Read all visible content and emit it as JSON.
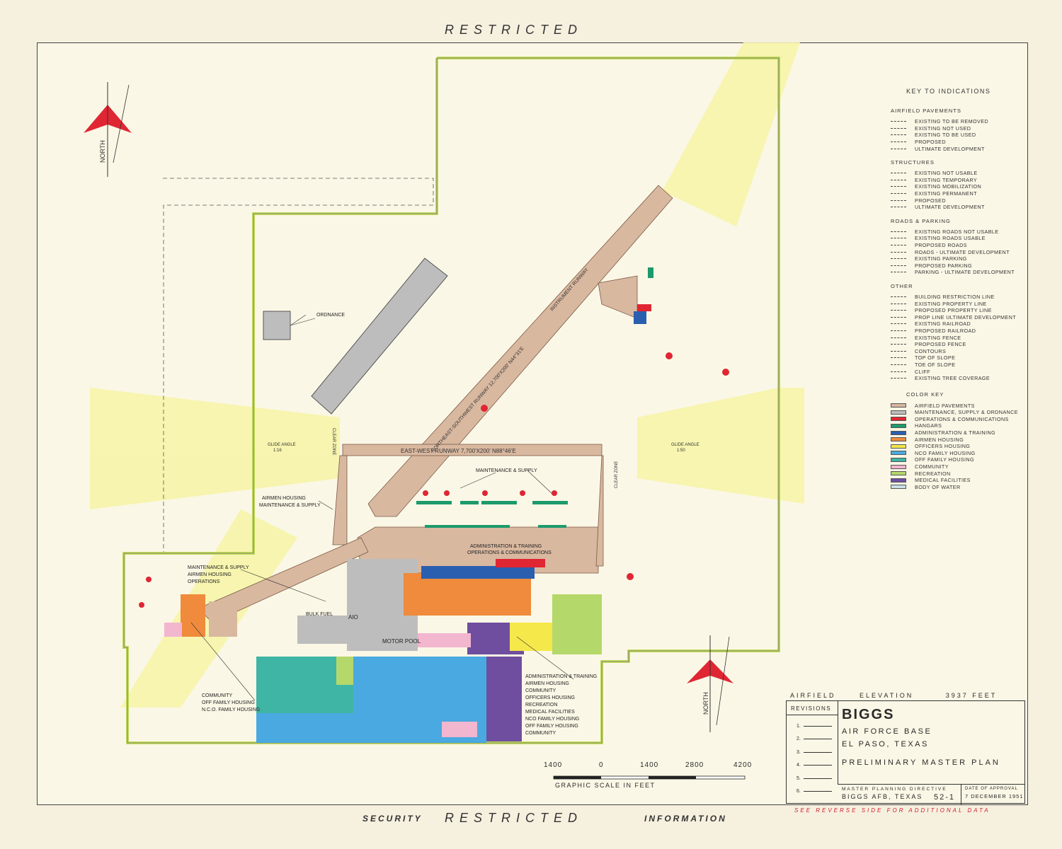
{
  "header": {
    "top": "RESTRICTED"
  },
  "footer": {
    "left": "SECURITY",
    "mid": "RESTRICTED",
    "right": "INFORMATION",
    "reverse": "SEE REVERSE SIDE FOR ADDITIONAL DATA"
  },
  "map": {
    "runway_ew": "EAST-WEST RUNWAY   7,700'X200'   N88°46'E",
    "runway_ne": "NORTHEAST-SOUTHWEST RUNWAY   12,700'X200'   N44°31'E",
    "instrument": "INSTRUMENT RUNWAY",
    "glide_angle_w": "GLIDE ANGLE",
    "glide_ratio_w": "1:16",
    "glide_angle_e": "GLIDE ANGLE",
    "glide_ratio_e": "1:50",
    "clear_zone": "CLEAR ZONE",
    "north": "NORTH"
  },
  "labels": {
    "ordnance": "ORDNANCE",
    "maint_supply_1": "MAINTENANCE & SUPPLY",
    "airmen_housing_1": "AIRMEN HOUSING",
    "maint_supply_2": "MAINTENANCE & SUPPLY",
    "admin_training_1": "ADMINISTRATION & TRAINING",
    "ops_comm_1": "OPERATIONS & COMMUNICATIONS",
    "maint_supply_3": "MAINTENANCE & SUPPLY",
    "airmen_housing_2": "AIRMEN HOUSING",
    "operations": "OPERATIONS",
    "bulk_fuel": "BULK FUEL",
    "motor_pool": "MOTOR POOL",
    "aio": "AIO",
    "community_1": "COMMUNITY",
    "off_family_1": "OFF FAMILY HOUSING",
    "nco_family_1": "N.C.O. FAMILY HOUSING",
    "admin_training_2": "ADMINISTRATION & TRAINING",
    "airmen_housing_3": "AIRMEN HOUSING",
    "community_2": "COMMUNITY",
    "officers_housing": "OFFICERS HOUSING",
    "recreation": "RECREATION",
    "medical": "MEDICAL FACILITIES",
    "nco_family_2": "NCO FAMILY HOUSING",
    "off_family_2": "OFF FAMILY HOUSING",
    "community_3": "COMMUNITY"
  },
  "key": {
    "title": "KEY TO INDICATIONS",
    "sections": [
      {
        "name": "AIRFIELD PAVEMENTS",
        "items": [
          "EXISTING TO BE REMOVED",
          "EXISTING NOT USED",
          "EXISTING TO BE USED",
          "PROPOSED",
          "ULTIMATE DEVELOPMENT"
        ]
      },
      {
        "name": "STRUCTURES",
        "items": [
          "EXISTING NOT USABLE",
          "EXISTING TEMPORARY",
          "EXISTING MOBILIZATION",
          "EXISTING PERMANENT",
          "PROPOSED",
          "ULTIMATE DEVELOPMENT"
        ]
      },
      {
        "name": "ROADS & PARKING",
        "items": [
          "EXISTING ROADS NOT USABLE",
          "EXISTING ROADS USABLE",
          "PROPOSED ROADS",
          "ROADS - ULTIMATE DEVELOPMENT",
          "EXISTING PARKING",
          "PROPOSED PARKING",
          "PARKING - ULTIMATE DEVELOPMENT"
        ]
      },
      {
        "name": "OTHER",
        "items": [
          "BUILDING RESTRICTION LINE",
          "EXISTING PROPERTY LINE",
          "PROPOSED PROPERTY LINE",
          "PROP LINE ULTIMATE DEVELOPMENT",
          "EXISTING RAILROAD",
          "PROPOSED RAILROAD",
          "EXISTING FENCE",
          "PROPOSED FENCE",
          "CONTOURS",
          "TOP OF SLOPE",
          "TOE OF SLOPE",
          "CLIFF",
          "EXISTING TREE COVERAGE"
        ]
      }
    ],
    "color_title": "COLOR KEY",
    "colors": [
      {
        "label": "AIRFIELD PAVEMENTS",
        "color": "#d9b8a0"
      },
      {
        "label": "MAINTENANCE, SUPPLY & ORDNANCE",
        "color": "#bdbdbd"
      },
      {
        "label": "OPERATIONS & COMMUNICATIONS",
        "color": "#e02633"
      },
      {
        "label": "HANGARS",
        "color": "#1d9a6c"
      },
      {
        "label": "ADMINISTRATION & TRAINING",
        "color": "#2a5fb0"
      },
      {
        "label": "AIRMEN HOUSING",
        "color": "#f08a3c"
      },
      {
        "label": "OFFICERS HOUSING",
        "color": "#f5e84a"
      },
      {
        "label": "NCO FAMILY HOUSING",
        "color": "#4aa9e0"
      },
      {
        "label": "OFF FAMILY HOUSING",
        "color": "#3fb5a5"
      },
      {
        "label": "COMMUNITY",
        "color": "#f2b6cf"
      },
      {
        "label": "RECREATION",
        "color": "#b5d86a"
      },
      {
        "label": "MEDICAL FACILITIES",
        "color": "#6f4ea0"
      },
      {
        "label": "BODY OF WATER",
        "color": "#c9dfe8"
      }
    ]
  },
  "title_block": {
    "elev_label": "AIRFIELD",
    "elev_word": "ELEVATION",
    "elev_value": "3937",
    "elev_unit": "FEET",
    "revisions": "REVISIONS",
    "rev_nums": [
      "1.",
      "2.",
      "3.",
      "4.",
      "5.",
      "6."
    ],
    "name": "BIGGS",
    "base": "AIR FORCE BASE",
    "city": "EL PASO,  TEXAS",
    "plan": "PRELIMINARY  MASTER  PLAN",
    "mp_label": "MASTER  PLANNING  DIRECTIVE",
    "mp_loc": "BIGGS AFB, TEXAS",
    "mp_num": "52-1",
    "approval_label": "DATE OF APPROVAL",
    "approval_date": "7 DECEMBER 1951"
  },
  "scale": {
    "ticks": [
      "1400",
      "0",
      "1400",
      "2800",
      "4200"
    ],
    "caption": "GRAPHIC SCALE IN FEET"
  }
}
